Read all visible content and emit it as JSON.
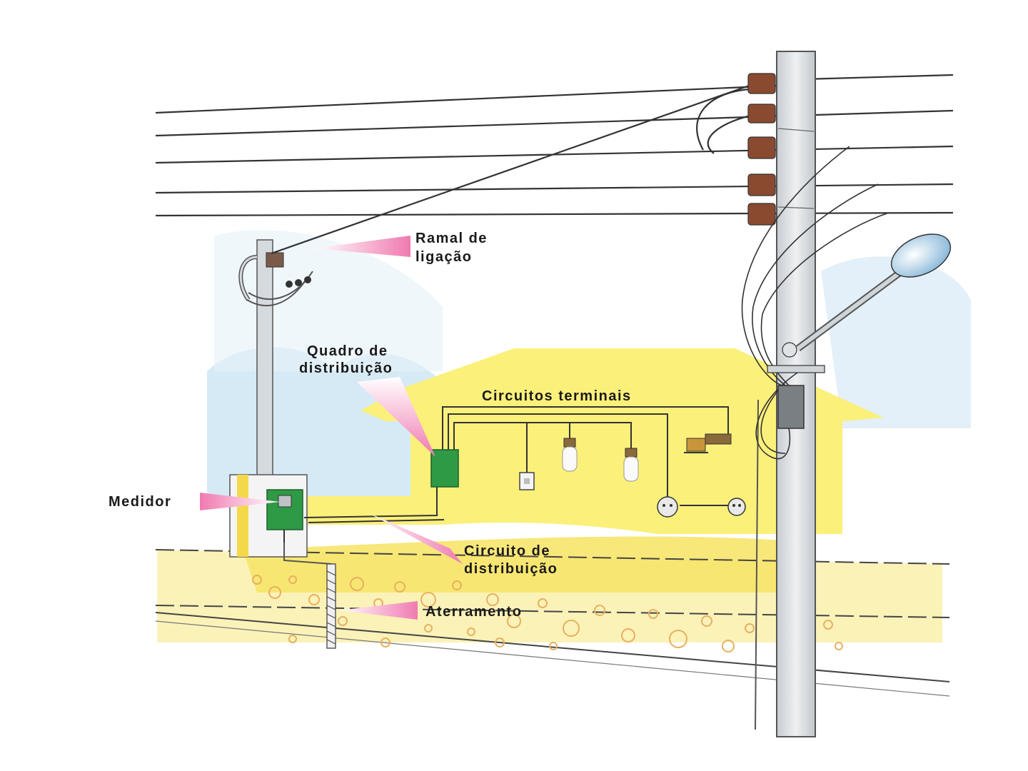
{
  "labels": {
    "ramal_line1": "Ramal de",
    "ramal_line2": "ligação",
    "quadro_line1": "Quadro de",
    "quadro_line2": "distribuição",
    "circuitos_terminais": "Circuitos terminais",
    "medidor": "Medidor",
    "circuito_line1": "Circuito de",
    "circuito_line2": "distribuição",
    "aterramento": "Aterramento"
  },
  "colors": {
    "house": "#fbf07a",
    "sky": "#cfe6f4",
    "ground": "#f6e79a",
    "equipment": "#2f9a45",
    "pointer": "#f07ab0",
    "pole": "#dfe3e6"
  }
}
